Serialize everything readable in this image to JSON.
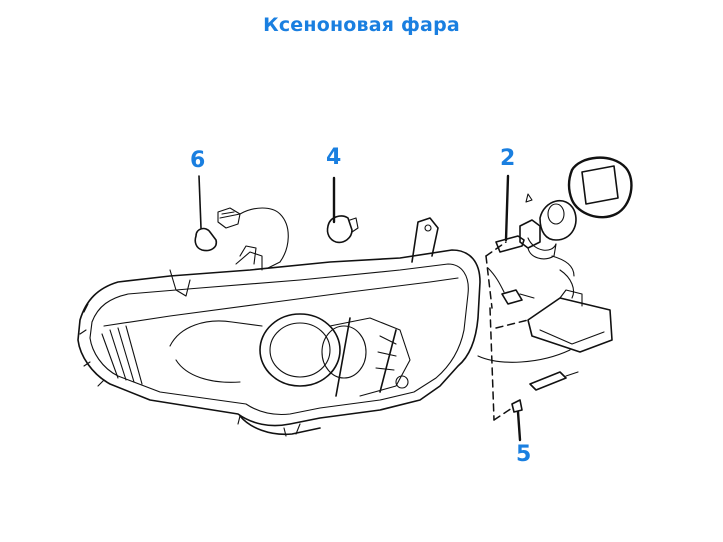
{
  "title": "Ксеноновая фара",
  "callouts": [
    {
      "id": "6",
      "label": "6"
    },
    {
      "id": "4",
      "label": "4"
    },
    {
      "id": "2",
      "label": "2"
    },
    {
      "id": "5",
      "label": "5"
    }
  ],
  "colors": {
    "accent": "#1a7fe0",
    "line": "#111111",
    "background": "#ffffff"
  }
}
